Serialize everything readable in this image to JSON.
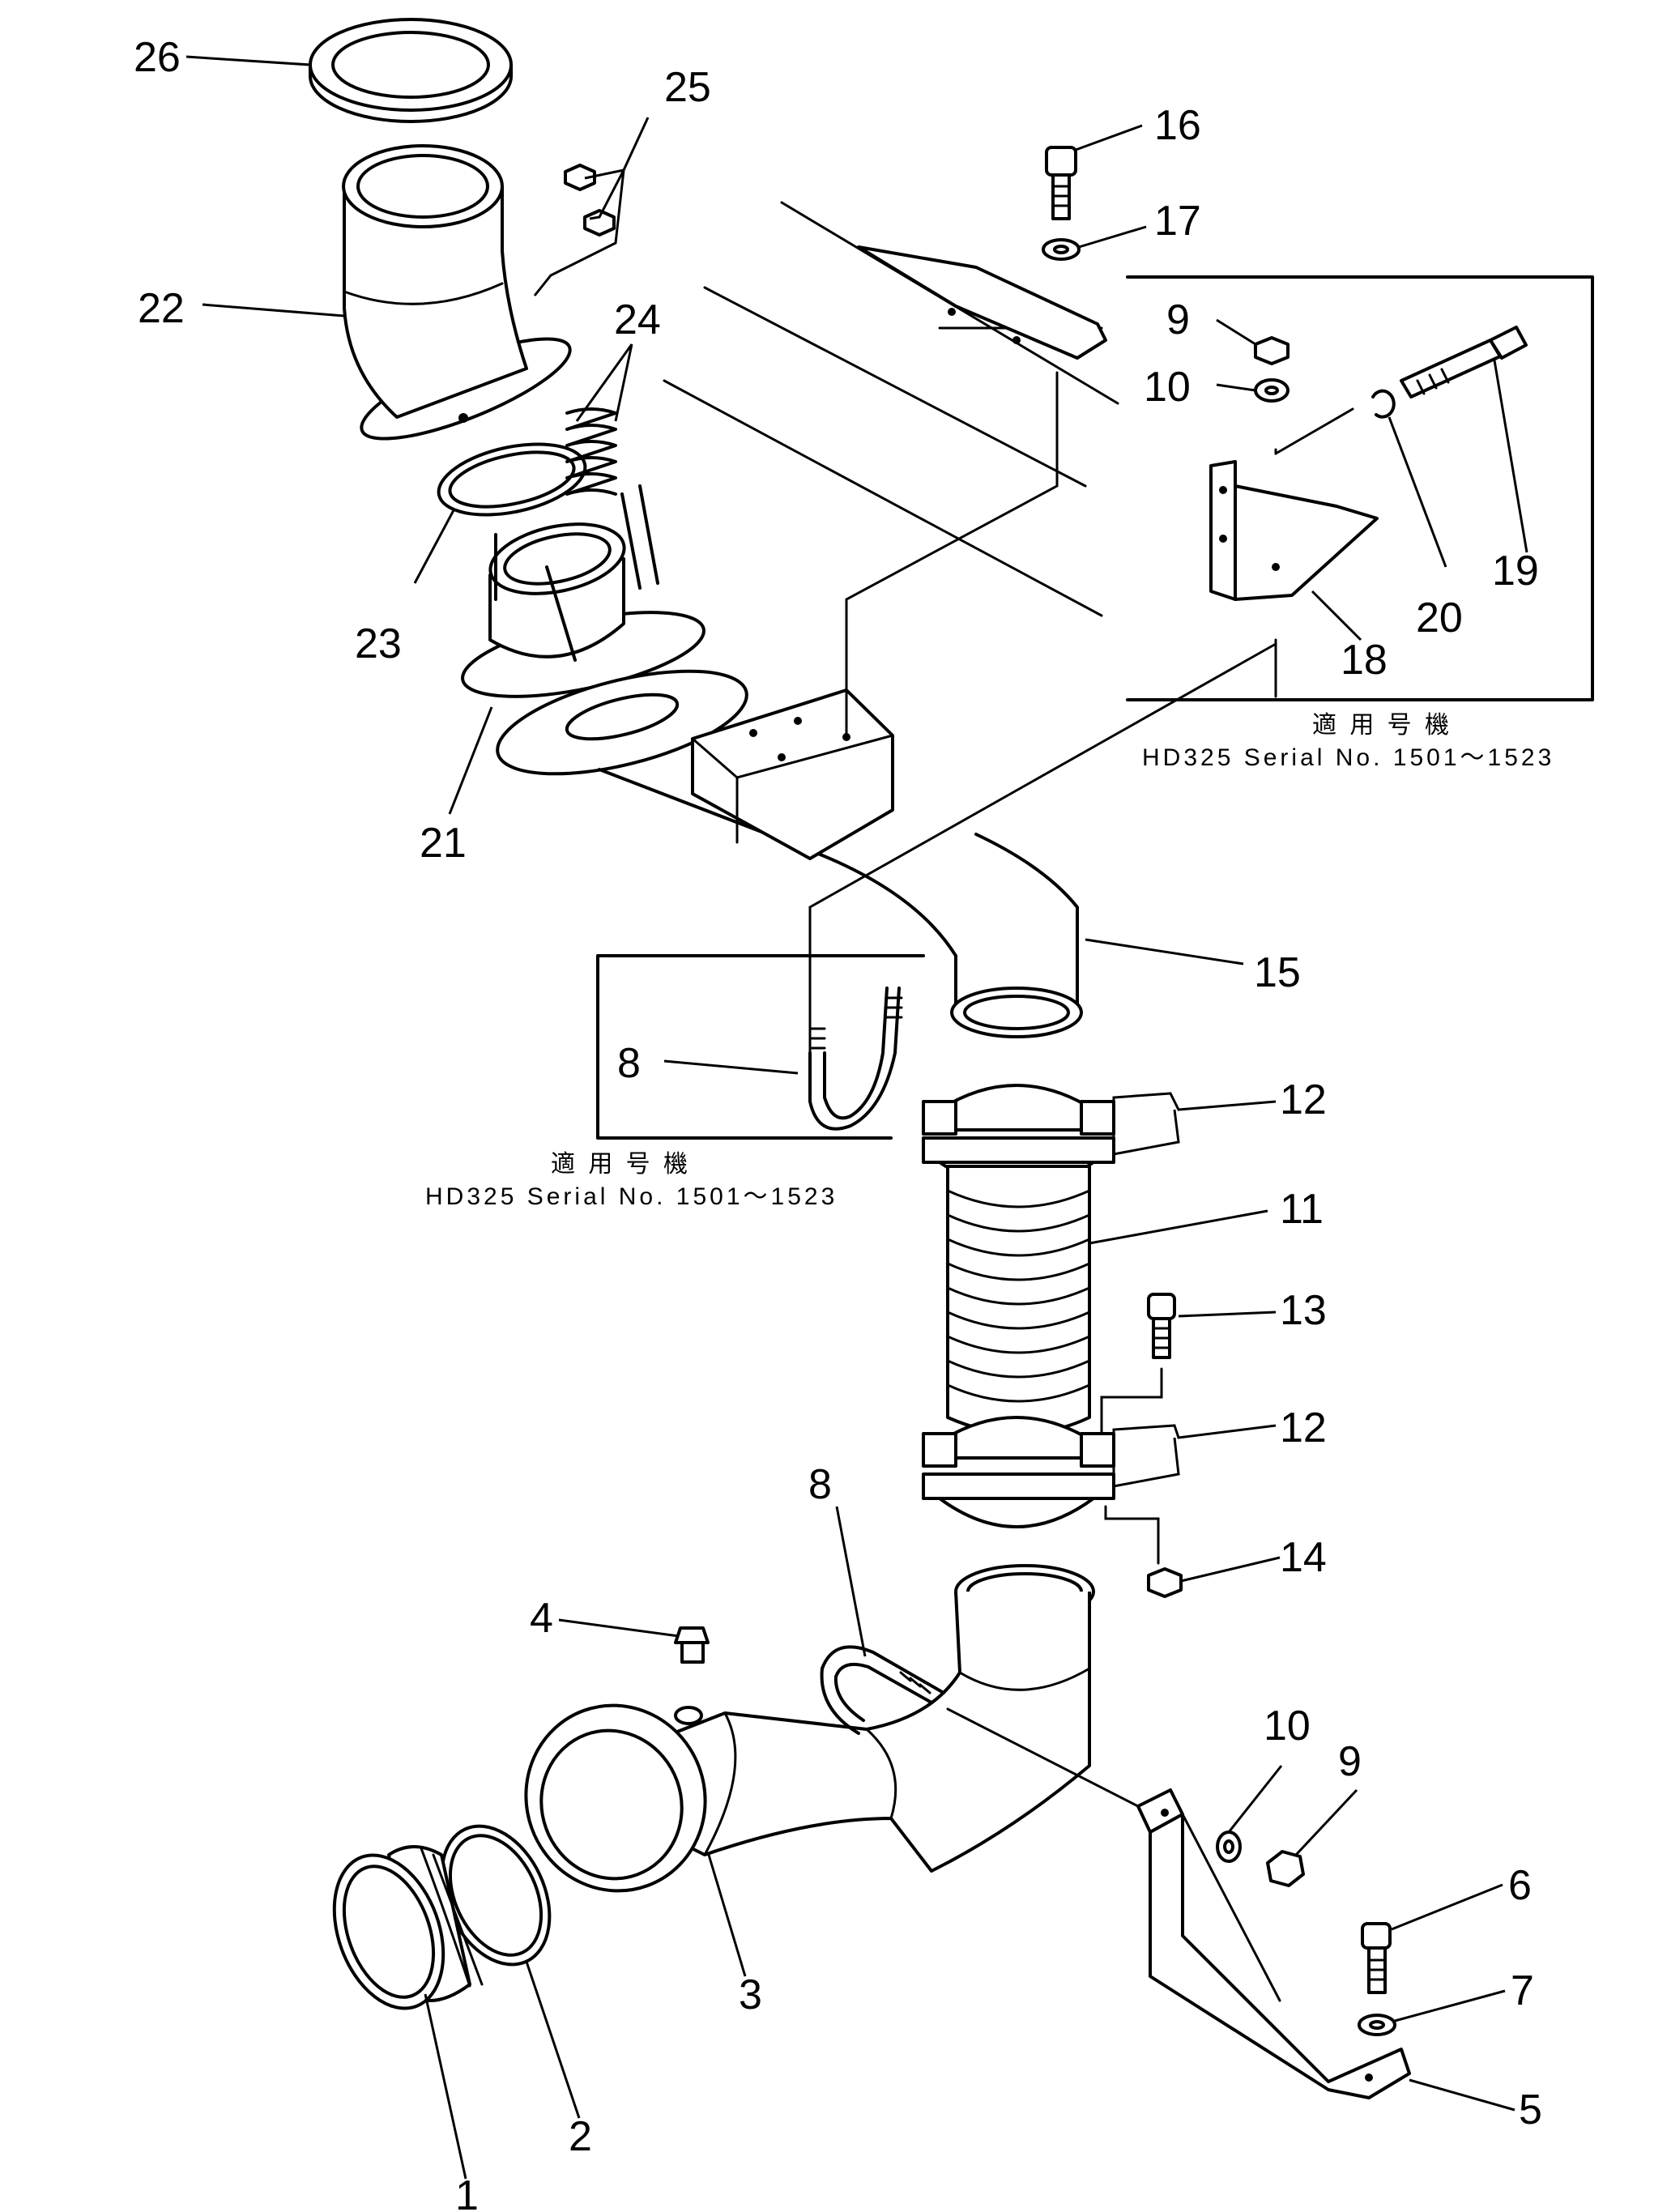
{
  "labels": {
    "p1": "1",
    "p2": "2",
    "p3": "3",
    "p4": "4",
    "p5": "5",
    "p6": "6",
    "p7": "7",
    "p8a": "8",
    "p8b": "8",
    "p9a": "9",
    "p9b": "9",
    "p10a": "10",
    "p10b": "10",
    "p11": "11",
    "p12a": "12",
    "p12b": "12",
    "p13": "13",
    "p14": "14",
    "p15": "15",
    "p16": "16",
    "p17": "17",
    "p18": "18",
    "p19": "19",
    "p20": "20",
    "p21": "21",
    "p22": "22",
    "p23": "23",
    "p24": "24",
    "p25": "25",
    "p26": "26"
  },
  "notes": {
    "right": {
      "title": "適 用 号 機",
      "serial": "HD325  Serial  No. 1501～1523"
    },
    "left": {
      "title": "適 用 号 機",
      "serial": "HD325  Serial  No. 1501～1523"
    }
  }
}
